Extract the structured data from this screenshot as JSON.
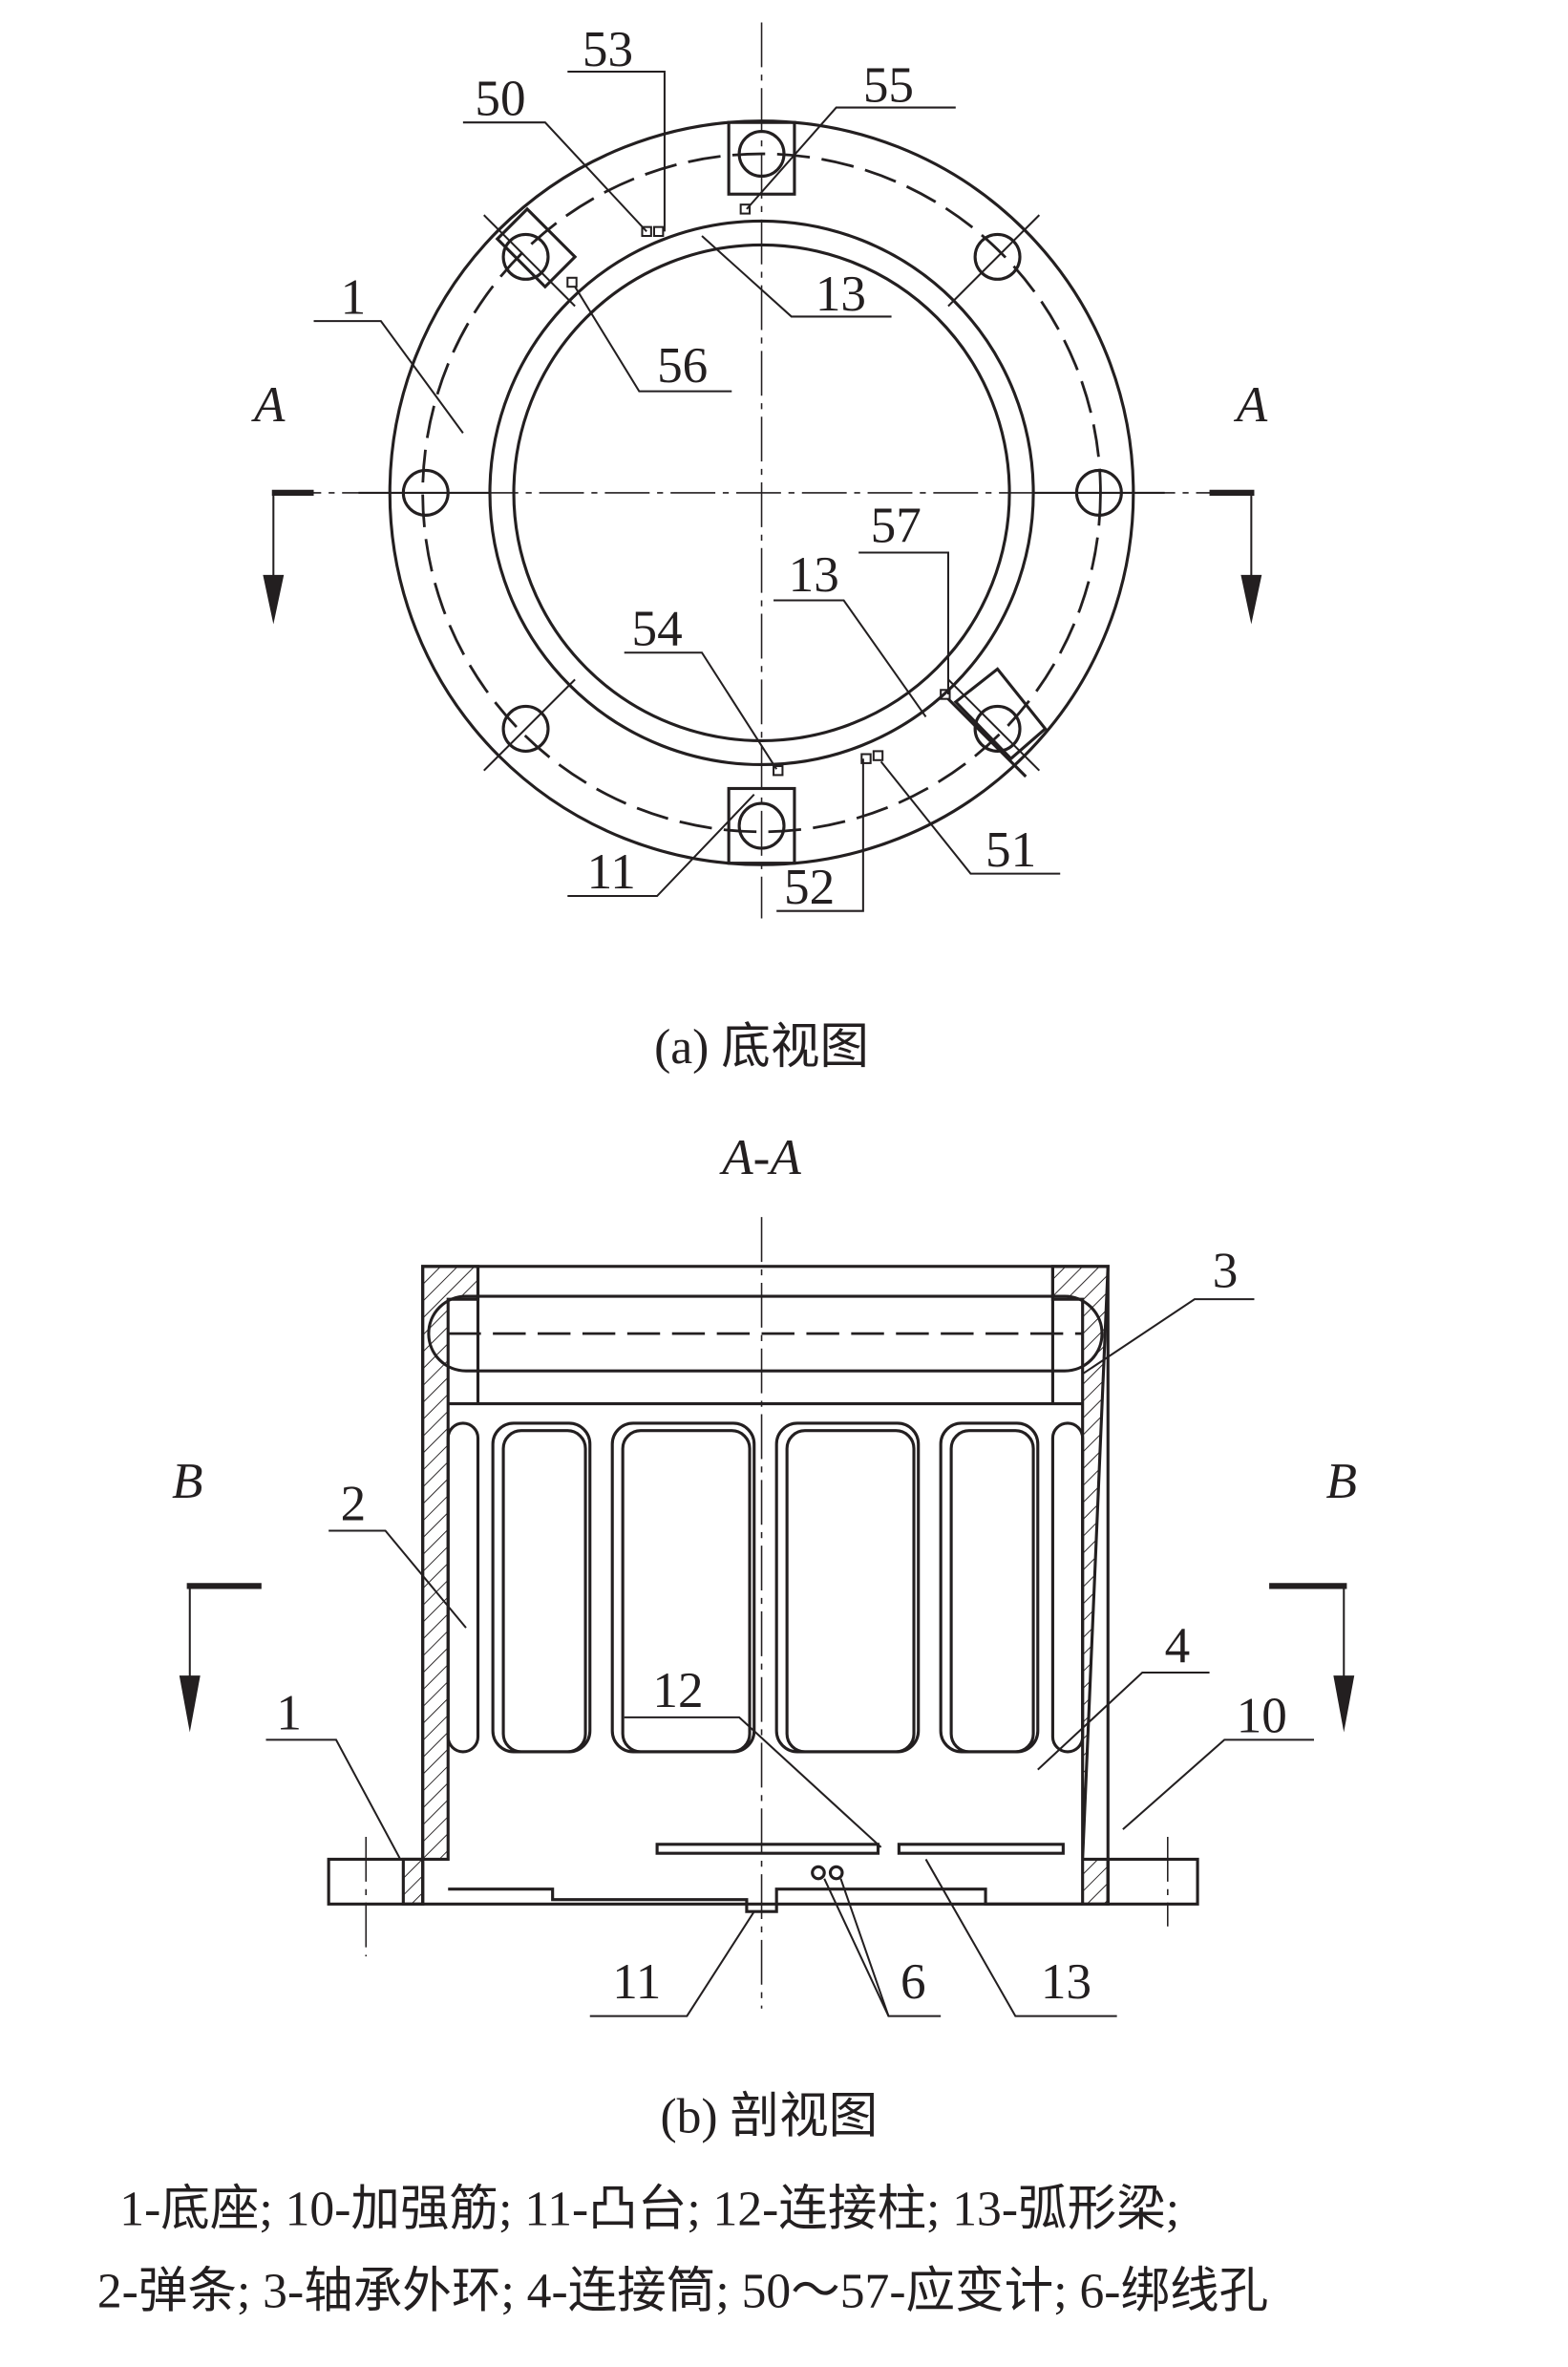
{
  "view_a": {
    "caption": "(a) 底视图",
    "section_marker": "A",
    "labels": {
      "l50": "50",
      "l53": "53",
      "l55": "55",
      "l1": "1",
      "l13a": "13",
      "l56": "56",
      "l57": "57",
      "l13b": "13",
      "l54": "54",
      "l11": "11",
      "l52": "52",
      "l51": "51"
    }
  },
  "view_b": {
    "title": "A-A",
    "caption": "(b) 剖视图",
    "section_marker": "B",
    "labels": {
      "l3": "3",
      "l2": "2",
      "l4": "4",
      "l12": "12",
      "l1": "1",
      "l10": "10",
      "l11": "11",
      "l6": "6",
      "l13": "13"
    }
  },
  "legend": {
    "line1": "1-底座; 10-加强筋; 11-凸台; 12-连接柱; 13-弧形梁;",
    "line2": "2-弹条; 3-轴承外环; 4-连接筒; 50～57-应变计; 6-绑线孔"
  }
}
